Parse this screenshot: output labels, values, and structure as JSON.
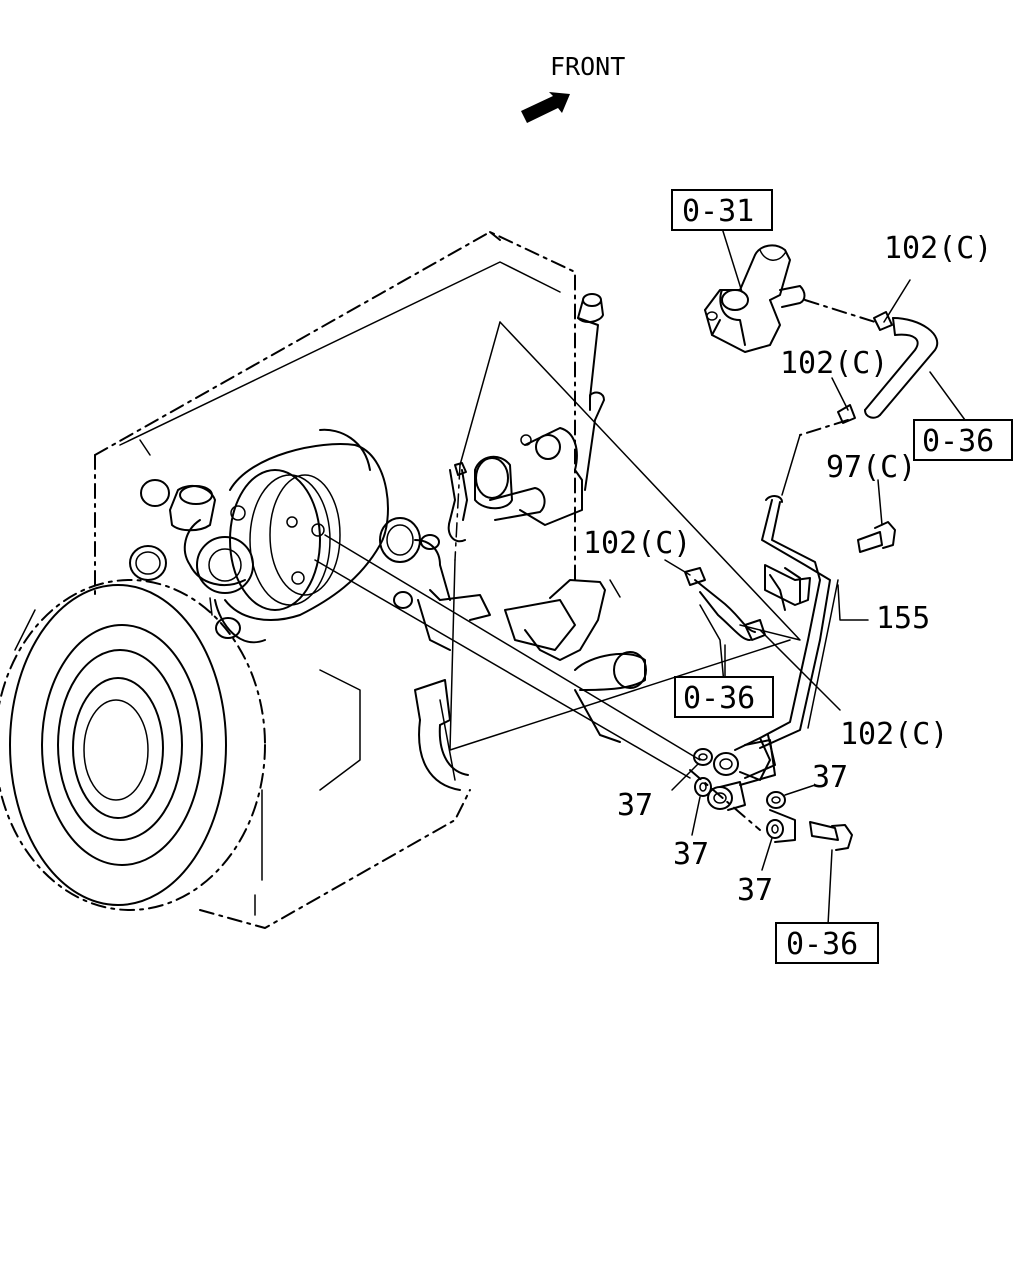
{
  "direction": {
    "label": "FRONT"
  },
  "references": [
    {
      "id": "ref-0-31",
      "text": "0-31"
    },
    {
      "id": "ref-0-36-top",
      "text": "0-36"
    },
    {
      "id": "ref-0-36-middle",
      "text": "0-36"
    },
    {
      "id": "ref-0-36-bottom",
      "text": "0-36"
    }
  ],
  "callouts": [
    {
      "id": "clamp-102-top-right",
      "text": "102(C)"
    },
    {
      "id": "clamp-102-upper-middle",
      "text": "102(C)"
    },
    {
      "id": "bolt-97",
      "text": "97(C)"
    },
    {
      "id": "clamp-102-left",
      "text": "102(C)"
    },
    {
      "id": "pipe-155",
      "text": "155"
    },
    {
      "id": "clamp-102-lower-right",
      "text": "102(C)"
    },
    {
      "id": "washer-37-a",
      "text": "37"
    },
    {
      "id": "washer-37-b",
      "text": "37"
    },
    {
      "id": "washer-37-c",
      "text": "37"
    },
    {
      "id": "washer-37-d",
      "text": "37"
    }
  ]
}
